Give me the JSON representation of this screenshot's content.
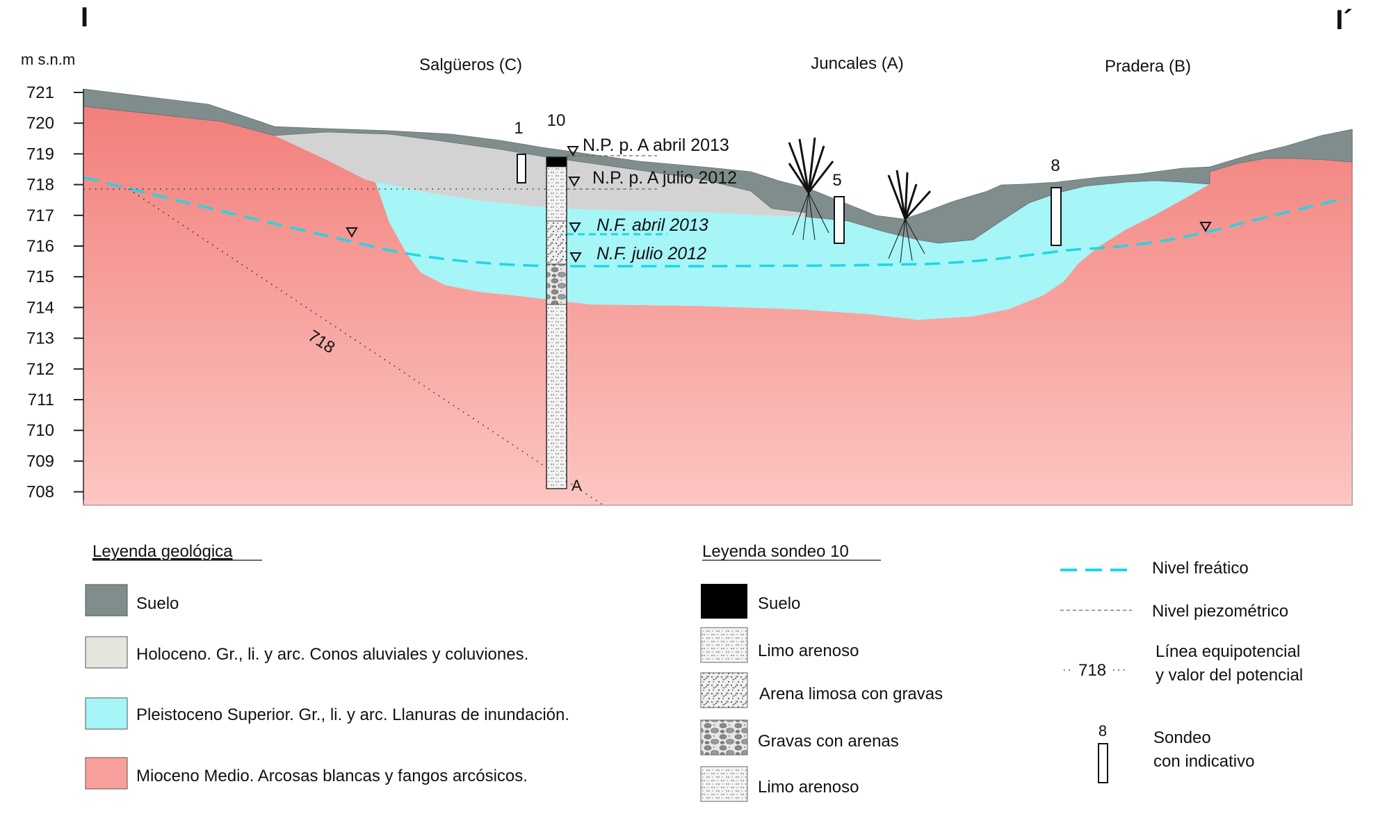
{
  "section": {
    "start_label": "I",
    "end_label": "I´",
    "unit_label": "m s.n.m"
  },
  "axis": {
    "ticks": [
      "721",
      "720",
      "719",
      "718",
      "717",
      "716",
      "715",
      "714",
      "713",
      "712",
      "711",
      "710",
      "709",
      "708"
    ]
  },
  "zones": [
    {
      "label": "Salgüeros (C)"
    },
    {
      "label": "Juncales (A)"
    },
    {
      "label": "Pradera (B)"
    }
  ],
  "boreholes": [
    {
      "id": "1"
    },
    {
      "id": "10"
    },
    {
      "id": "5"
    },
    {
      "id": "8"
    }
  ],
  "levels": [
    {
      "label": "N.P. p. A abril 2013"
    },
    {
      "label": "N.P. p. A julio 2012"
    },
    {
      "label": "N.F. abril 2013"
    },
    {
      "label": "N.F. julio 2012"
    }
  ],
  "equipotential": {
    "value": "718",
    "point_label": "A"
  },
  "legend_geo": {
    "title": "Leyenda geológica",
    "items": [
      {
        "label": "Suelo",
        "color": "#7f8e8d"
      },
      {
        "label": "Holoceno. Gr., li. y arc. Conos aluviales y coluviones.",
        "color": "#e3e6dc"
      },
      {
        "label": "Pleistoceno Superior. Gr., li. y arc. Llanuras de inundación.",
        "color": "#a6f5f7"
      },
      {
        "label": "Mioceno Medio. Arcosas blancas y fangos arcósicos.",
        "color": "#f9a09c"
      }
    ]
  },
  "legend_sondeo": {
    "title": "Leyenda sondeo 10",
    "items": [
      {
        "label": "Suelo"
      },
      {
        "label": "Limo arenoso"
      },
      {
        "label": "Arena limosa con gravas"
      },
      {
        "label": "Gravas con arenas"
      },
      {
        "label": "Limo arenoso"
      }
    ]
  },
  "legend_symbols": {
    "water_table": "Nivel freático",
    "piezometric": "Nivel piezométrico",
    "equipotential_sample": "718",
    "equipotential_line1": "Línea equipotencial",
    "equipotential_line2": "y valor del potencial",
    "borehole_sample": "8",
    "borehole_line1": "Sondeo",
    "borehole_line2": "con indicativo"
  },
  "colors": {
    "suelo": "#7f8e8d",
    "holoceno": "#d3d3d3",
    "pleistoceno": "#a6f5f7",
    "mioceno_top": "#f27f7b",
    "mioceno_bottom": "#fcc6c2",
    "water_table": "#1fd6e6"
  }
}
